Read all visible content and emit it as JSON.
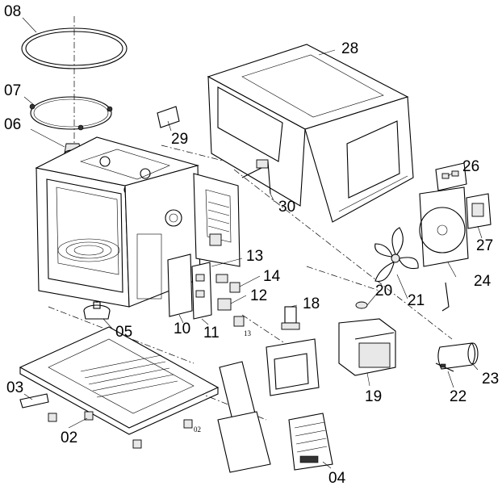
{
  "parts": {
    "p08": "08",
    "p07": "07",
    "p06": "06",
    "p29": "29",
    "p28": "28",
    "p30": "30",
    "p26": "26",
    "p27": "27",
    "p24": "24",
    "p13": "13",
    "p14": "14",
    "p12": "12",
    "p18": "18",
    "p20": "20",
    "p21": "21",
    "p05": "05",
    "p10": "10",
    "p11": "11",
    "p03": "03",
    "p02": "02",
    "p19": "19",
    "p23": "23",
    "p22": "22",
    "p04": "04"
  },
  "inline_marks": {
    "m13": "13",
    "m02": "02"
  }
}
